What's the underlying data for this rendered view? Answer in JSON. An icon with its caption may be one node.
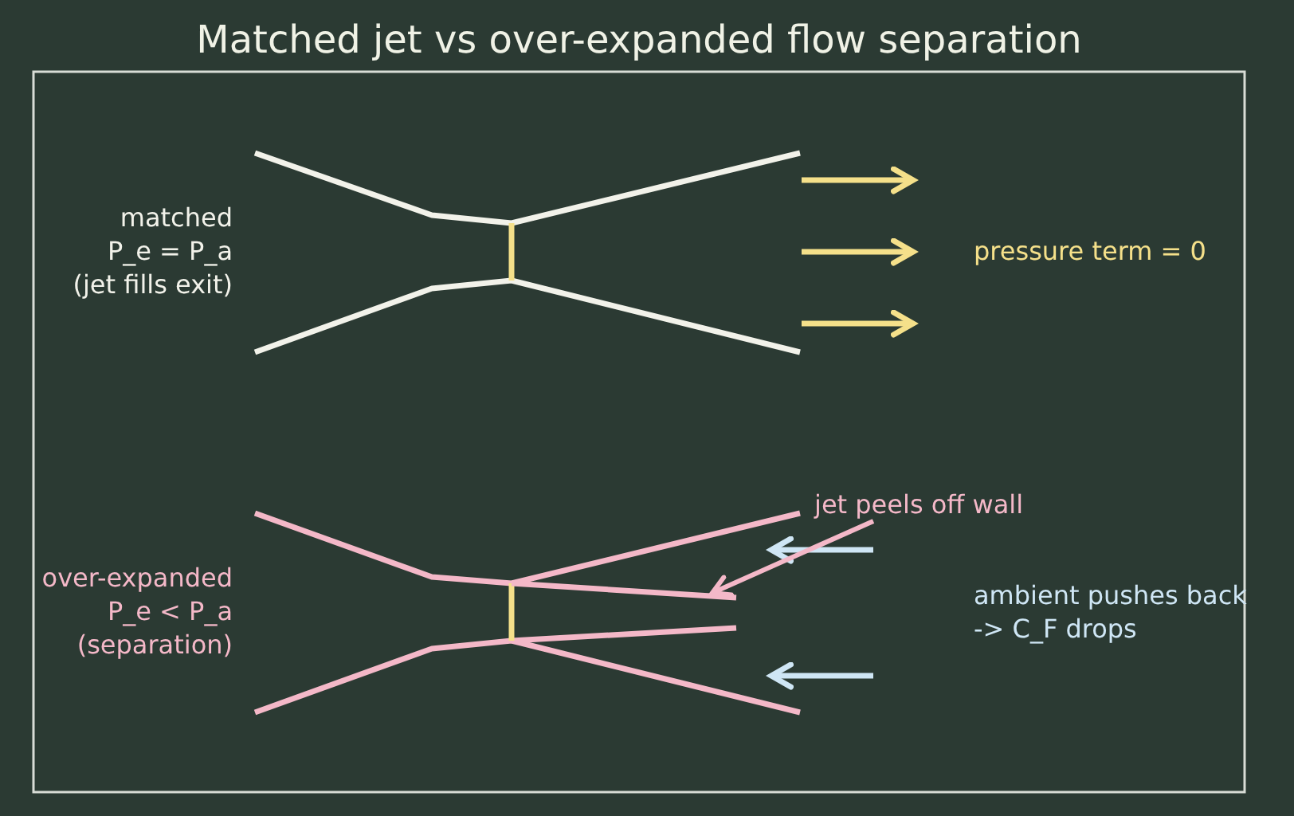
{
  "diagram": {
    "title": "Matched jet vs over-expanded flow separation",
    "nodes": [
      {
        "text": [
          "jet peels off wall"
        ]
      },
      {
        "text": [],
        "shape": "line"
      }
    ],
    "edges": [
      {
        "from": 0,
        "to": 1,
        "arrow": "to",
        "color": "#f4b8c8"
      }
    ],
    "labels": [
      "matched",
      "P_e = P_a",
      "(jet fills exit)",
      "pressure term = 0",
      "over-expanded",
      "P_e < P_a",
      "(separation)",
      "ambient pushes back",
      "-> C_F drops"
    ]
  }
}
